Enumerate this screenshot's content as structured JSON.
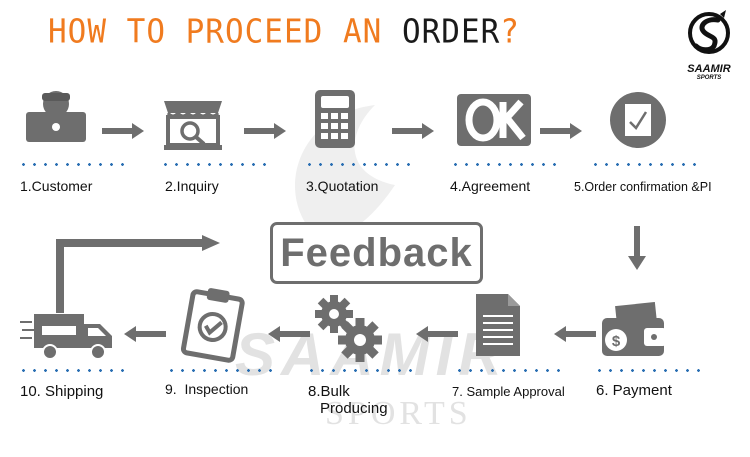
{
  "title": {
    "part1": "HOW TO PROCEED AN ",
    "part2": "ORDER",
    "part3": "?"
  },
  "logo": {
    "name": "SAAMIR",
    "sub": "SPORTS"
  },
  "watermark": {
    "name": "SAAMIR",
    "sub": "SPORTS"
  },
  "feedback": {
    "label": "Feedback"
  },
  "steps_top": [
    {
      "label": "1.Customer",
      "icon": "customer-laptop-icon"
    },
    {
      "label": "2.Inquiry",
      "icon": "shop-search-icon"
    },
    {
      "label": "3.Quotation",
      "icon": "calculator-icon"
    },
    {
      "label": "4.Agreement",
      "icon": "ok-sign-icon"
    },
    {
      "label": "5.Order confirmation &PI",
      "icon": "document-check-icon"
    }
  ],
  "steps_bottom": [
    {
      "label": "6. Payment",
      "icon": "wallet-cash-icon"
    },
    {
      "label": "7. Sample Approval",
      "icon": "document-lines-icon"
    },
    {
      "label_line1": "8.Bulk",
      "label_line2": "Producing",
      "icon": "gears-icon"
    },
    {
      "label": "9.  Inspection",
      "icon": "clipboard-check-icon"
    },
    {
      "label": "10. Shipping",
      "icon": "delivery-truck-icon"
    }
  ],
  "colors": {
    "accent": "#f07b1f",
    "dots": "#2a6fb3",
    "icon": "#6e6e6e",
    "text": "#111111"
  }
}
